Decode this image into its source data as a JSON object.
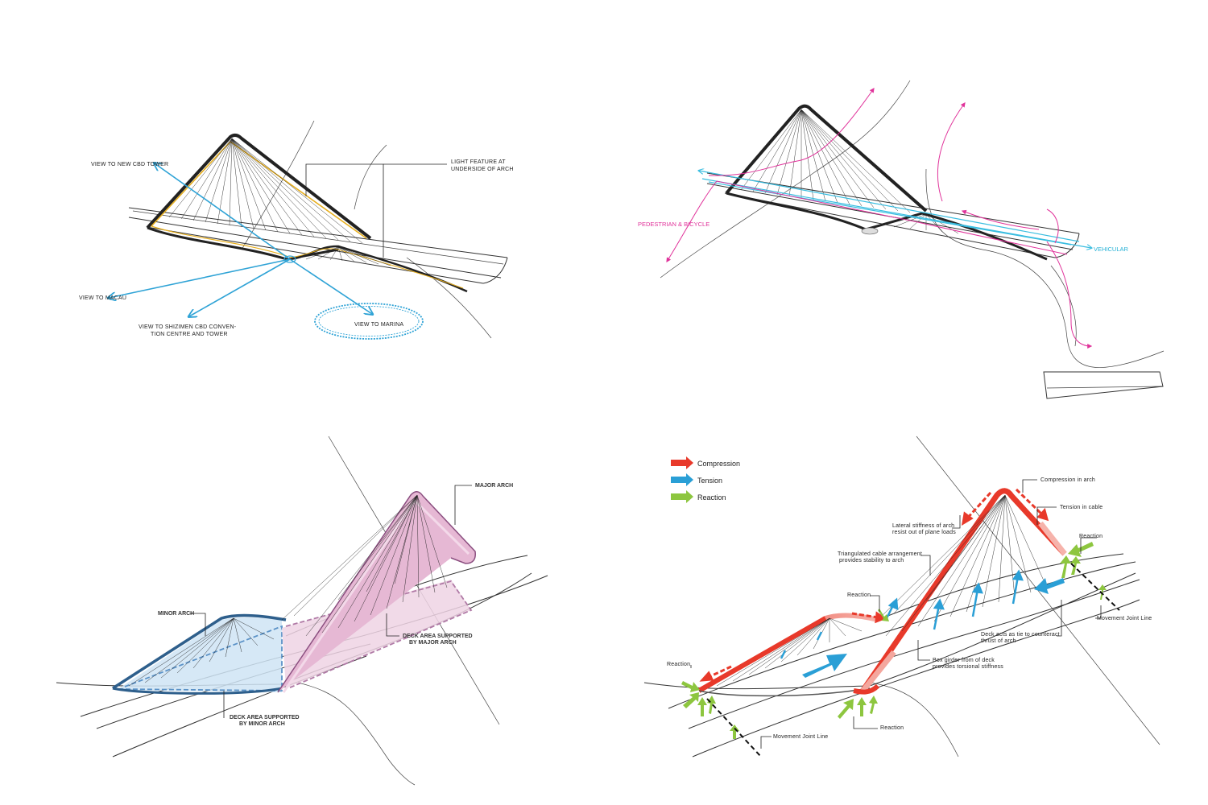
{
  "panel_view": {
    "labels": {
      "new_cbd": "VIEW TO NEW CBD TOWER",
      "light_1": "LIGHT FEATURE AT",
      "light_2": "UNDERSIDE OF ARCH",
      "macau": "VIEW TO MACAU",
      "shizimen_1": "VIEW TO SHIZIMEN CBD CONVEN-",
      "shizimen_2": "TION CENTRE AND TOWER",
      "marina": "VIEW TO MARINA"
    },
    "colors": {
      "arrow": "#2fa3d6",
      "light": "#e8b020"
    }
  },
  "panel_circulation": {
    "labels": {
      "pedestrian": "PEDESTRIAN & BICYCLE",
      "vehicular": "VEHICULAR"
    },
    "colors": {
      "pedestrian": "#e0329a",
      "vehicular": "#39bde0"
    }
  },
  "panel_arches": {
    "labels": {
      "major_arch": "MAJOR ARCH",
      "minor_arch": "MINOR ARCH",
      "deck_major_1": "DECK AREA SUPPORTED",
      "deck_major_2": "BY MAJOR ARCH",
      "deck_minor_1": "DECK AREA SUPPORTED",
      "deck_minor_2": "BY MINOR ARCH"
    },
    "colors": {
      "minor_fill": "#cfe4f5",
      "minor_edge": "#5b92c7",
      "major_fill": "#efd3e4",
      "major_edge": "#b07aa6"
    }
  },
  "panel_forces": {
    "legend": {
      "compression": "Compression",
      "tension": "Tension",
      "reaction": "Reaction"
    },
    "labels": {
      "compression_arch": "Compression in arch",
      "tension_cable": "Tension in cable",
      "reaction_tr": "Reaction",
      "lateral_1": "Lateral stiffness of arch",
      "lateral_2": "resist out of plane loads",
      "tri_1": "Triangulated cable arrangement",
      "tri_2": "provides stability to arch",
      "reaction_mid": "Reaction",
      "reaction_left": "Reaction",
      "movement_right": "Movement Joint Line",
      "deck_tie_1": "Deck acts as tie to counteract",
      "deck_tie_2": "thrust of arch",
      "box_1": "Box girder from of deck",
      "box_2": "provides torsional stiffness",
      "reaction_bottom": "Reaction",
      "movement_bottom": "Movement Joint Line"
    },
    "colors": {
      "compression": "#e8392a",
      "tension": "#2a9fd6",
      "reaction": "#8dc63f"
    }
  }
}
